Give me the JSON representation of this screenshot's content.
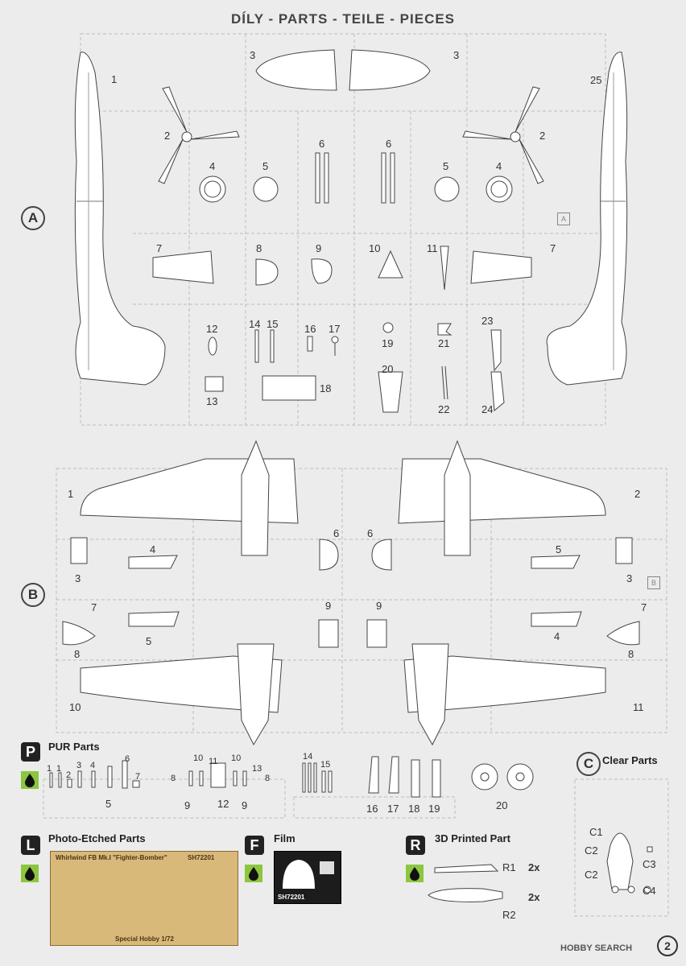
{
  "page": {
    "title": "DÍLY - PARTS - TEILE - PIECES",
    "page_number": "2",
    "watermark": "HOBBY SEARCH"
  },
  "sprue_a": {
    "letter": "A",
    "tag": "A",
    "labels": [
      "1",
      "25",
      "3",
      "3",
      "2",
      "2",
      "4",
      "5",
      "6",
      "6",
      "5",
      "4",
      "7",
      "8",
      "9",
      "10",
      "11",
      "7",
      "12",
      "14",
      "15",
      "16",
      "17",
      "19",
      "21",
      "23",
      "13",
      "18",
      "20",
      "22",
      "24"
    ]
  },
  "sprue_b": {
    "letter": "B",
    "tag": "B",
    "labels": [
      "1",
      "2",
      "6",
      "6",
      "4",
      "5",
      "3",
      "3",
      "7",
      "7",
      "5",
      "4",
      "8",
      "8",
      "9",
      "9",
      "10",
      "11"
    ]
  },
  "pur": {
    "letter": "P",
    "title": "PUR Parts",
    "labels": [
      "1",
      "1",
      "2",
      "3",
      "4",
      "5",
      "6",
      "7",
      "8",
      "9",
      "10",
      "11",
      "12",
      "10",
      "9",
      "13",
      "8",
      "14",
      "15",
      "16",
      "17",
      "18",
      "19",
      "20"
    ]
  },
  "clear": {
    "letter": "C",
    "title": "Clear Parts",
    "labels": [
      "C1",
      "C2",
      "C2",
      "C3",
      "C4"
    ]
  },
  "pe": {
    "letter": "L",
    "title": "Photo-Etched Parts",
    "header": "Whirlwind FB Mk.I \"Fighter-Bomber\"",
    "code": "SH72201",
    "footer": "Special Hobby 1/72"
  },
  "film": {
    "letter": "F",
    "title": "Film",
    "code": "SH72201"
  },
  "printed": {
    "letter": "R",
    "title": "3D Printed Part",
    "r1": "R1",
    "r2": "R2",
    "qty1": "2x",
    "qty2": "2x"
  }
}
